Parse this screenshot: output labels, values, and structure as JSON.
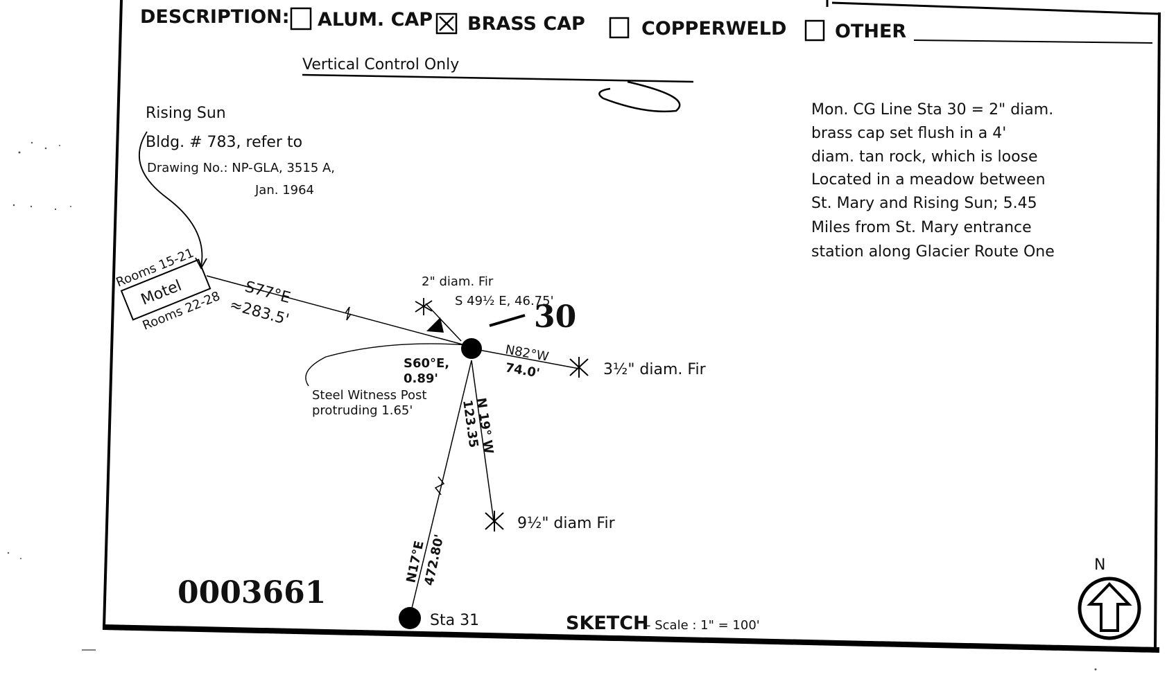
{
  "header": {
    "label": "DESCRIPTION:",
    "options": [
      {
        "label": "ALUM. CAP",
        "checked": false
      },
      {
        "label": "BRASS CAP",
        "checked": true
      },
      {
        "label": "COPPERWELD",
        "checked": false
      },
      {
        "label": "OTHER",
        "checked": false
      }
    ]
  },
  "title": "Vertical Control Only",
  "reference_note": {
    "line1": "Rising Sun",
    "line2": "Bldg. # 783, refer to",
    "line3": "Drawing No.: NP-GLA, 3515 A,",
    "line4": "Jan. 1964"
  },
  "description": [
    "Mon. CG Line Sta 30 = 2\" diam.",
    "brass cap set flush in a 4'",
    "diam. tan rock, which is loose",
    "Located in a meadow between",
    "St. Mary and Rising Sun; 5.45",
    "Miles from St. Mary entrance",
    "station along Glacier Route One"
  ],
  "motel": {
    "label": "Motel",
    "rooms_top": "Rooms 15-21",
    "rooms_bottom": "Rooms 22-28"
  },
  "sketch": {
    "station_label": "30",
    "motel_bearing": "S77°E",
    "motel_distance": "≈283.5'",
    "fir2_label": "2\" diam. Fir",
    "fir2_bearing": "S 49½ E, 46.75'",
    "post_bearing": "S60°E,",
    "post_distance": "0.89'",
    "post_label": "Steel Witness Post",
    "post_label2": "protruding 1.65'",
    "fir35_bearing": "N82°W",
    "fir35_distance": "74.0'",
    "fir35_label": "3½\" diam. Fir",
    "fir9_bearing": "N 19° W",
    "fir9_distance": "123.35",
    "fir9_label": "9½\" diam Fir",
    "sta31_bearing": "N17°E",
    "sta31_distance": "472.80'",
    "sta31_label": "Sta 31"
  },
  "footer": {
    "number": "0003661",
    "sketch_label": "SKETCH",
    "scale": "- Scale : 1\" = 100'",
    "north": "N"
  }
}
